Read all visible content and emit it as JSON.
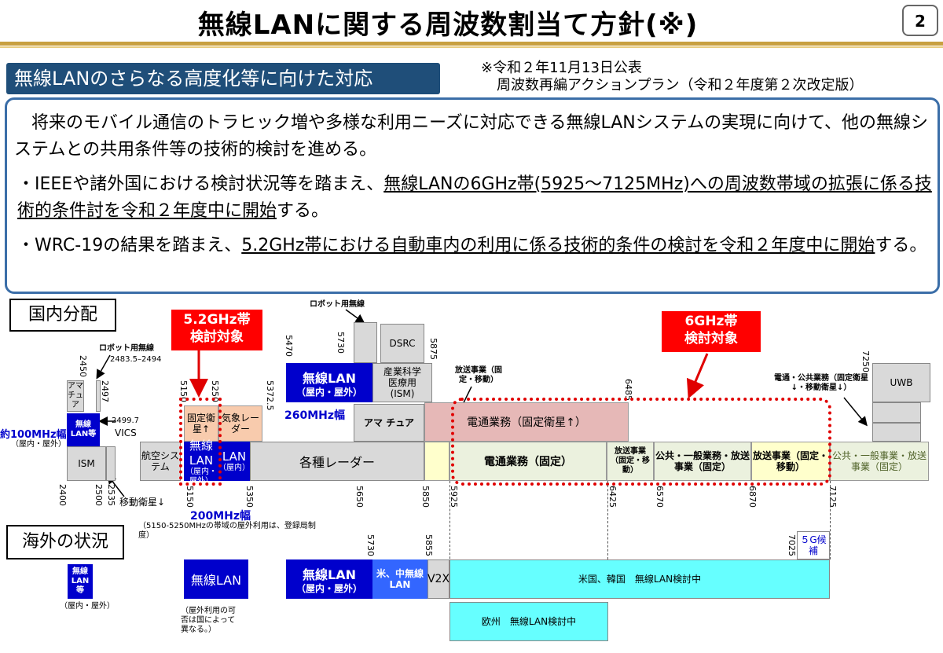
{
  "page": {
    "title": "無線LANに関する周波数割当て方針(※)",
    "page_number": "2",
    "section_label": "無線LANのさらなる高度化等に向けた対応",
    "note_line1": "※令和２年11月13日公表",
    "note_line2": "周波数再編アクションプラン（令和２年度第２次改定版）"
  },
  "intro": {
    "paragraph": "将来のモバイル通信のトラヒック増や多様な利用ニーズに対応できる無線LANシステムの実現に向けて、他の無線システムとの共用条件等の技術的検討を進める。",
    "bullet1_pre": "・IEEEや諸外国における検討状況等を踏まえ、",
    "bullet1_underlined": "無線LANの6GHz帯(5925～7125MHz)への周波数帯域の拡張に係る技術的条件討を令和２年度中に開始",
    "bullet1_post": "する。",
    "bullet2_pre": "・WRC-19の結果を踏まえ、",
    "bullet2_underlined": "5.2GHz帯における自動車内の利用に係る技術的条件の検討を令和２年度中に開始",
    "bullet2_post": "する。"
  },
  "domestic": {
    "label": "国内分配",
    "tag52_line1": "5.2GHz帯",
    "tag52_line2": "検討対象",
    "tag6_line1": "6GHz帯",
    "tag6_line2": "検討対象",
    "robot_top": "ロボット用無線",
    "robot_left": "ロボット用無線",
    "robot_left_range": "2483.5–2494",
    "ama_chua": "アマチュア",
    "wlan_small": "無線LAN等",
    "wlan_100": "約100MHz幅",
    "indoor_outdoor": "（屋内・屋外）",
    "ism": "ISM",
    "vics_freq": "2499.7",
    "vics": "VICS",
    "mobile_sat": "移動衛星↓",
    "aero": "航空システム",
    "fixed_sat": "固定衛星↑",
    "met": "気象レーダー",
    "wlan_5150": "無線LAN",
    "wlan_5150_sub": "（屋内・屋外）",
    "lan_indoor": "LAN",
    "lan_indoor_sub": "（屋内）",
    "radars": "各種レーダー",
    "mhz200": "200MHz幅",
    "note200": "（5150-5250MHzの帯域の屋外利用は、登録局制度）",
    "wlan_5470": "無線LAN",
    "wlan_5470_sub": "（屋内・屋外）",
    "mhz260": "260MHz幅",
    "ism_ind_line1": "産業科学",
    "ism_ind_line2": "医療用",
    "ism_ind_line3": "(ISM)",
    "dsrc": "DSRC",
    "ama_chua2": "アマ チュア",
    "broadcast_note": "放送事業（固定・移動）",
    "telecom_sat": "電通業務（固定衛星↑）",
    "telecom_fixed": "電通業務（固定）",
    "broadcast_small": "放送事業（固定・移動）",
    "public_broadcast": "公共・一般業務・放送事業（固定）",
    "broadcast_big": "放送事業（固定・移動）",
    "public_right": "公共・一般事業・放送事業（固定）",
    "telecom_public_note": "電通・公共業務（固定衛星↓・移動衛星↓）",
    "uwb": "UWB",
    "ticks": [
      "2450",
      "2497",
      "5150",
      "5250",
      "5372.5",
      "5470",
      "5730",
      "5875",
      "6485",
      "7250",
      "2400",
      "2500",
      "2535",
      "5150",
      "5350",
      "5650",
      "5850",
      "5925",
      "6425",
      "6570",
      "6870",
      "7125"
    ]
  },
  "overseas": {
    "label": "海外の状況",
    "wlan_small": "無線LAN等",
    "wlan_small_sub": "（屋内・屋外）",
    "wlan_mid": "無線LAN",
    "wlan_mid_note": "（屋外利用の可否は国によって異なる。）",
    "wlan_right": "無線LAN",
    "wlan_right_sub": "（屋内・屋外）",
    "us_cn": "米、中無線LAN",
    "v2x": "V2X",
    "us_kr": "米国、韓国　無線LAN検討中",
    "eu": "欧州　無線LAN検討中",
    "fiveg": "５G候補",
    "t5730": "5730",
    "t5855": "5855",
    "t7025": "7025"
  },
  "colors": {
    "navy": "#0000cc",
    "red": "#ff0000",
    "cyan": "#66ffff",
    "peach": "#f8cbad",
    "pink": "#e6b8b7",
    "lightgreen": "#ebf1de",
    "cream": "#ffffcc",
    "gray": "#d9d9d9"
  }
}
